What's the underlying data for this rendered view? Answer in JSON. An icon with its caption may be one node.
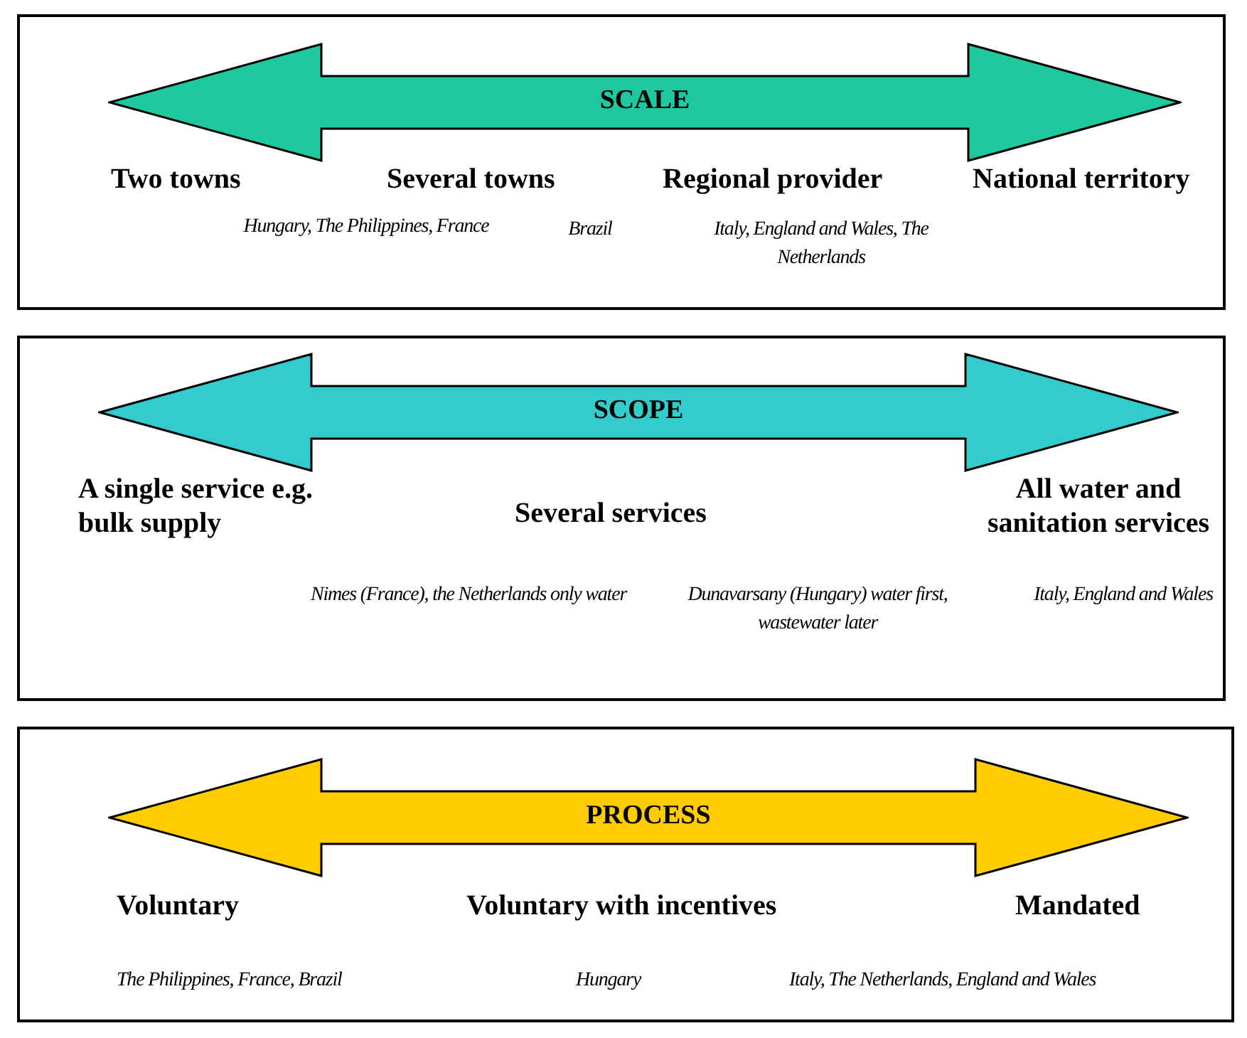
{
  "diagram": {
    "nodes": [
      {
        "text": [],
        "shape": "box"
      },
      {
        "text": [
          "SCALE"
        ],
        "in": 0
      },
      {
        "text": [],
        "shape": "box"
      },
      {
        "text": [
          "SCOPE"
        ],
        "in": 2
      },
      {
        "text": [],
        "shape": "box"
      },
      {
        "text": [
          "PROCESS"
        ],
        "in": 4
      }
    ],
    "labels": [
      "Two towns",
      "Several towns",
      "Regional provider",
      "National territory",
      "Hungary, The Philippines, France",
      "Brazil",
      "Italy, England and Wales, The Netherlands",
      "A single service e.g. bulk supply",
      "Several services",
      "All water and sanitation services",
      "Nimes (France), the Netherlands only water",
      "Dunavarsany (Hungary) water first, wastewater later",
      "Italy, England and Wales",
      "Voluntary",
      "Voluntary with incentives",
      "Mandated",
      "The Philippines, France, Brazil",
      "Hungary",
      "Italy, The Netherlands, England and Wales"
    ]
  }
}
